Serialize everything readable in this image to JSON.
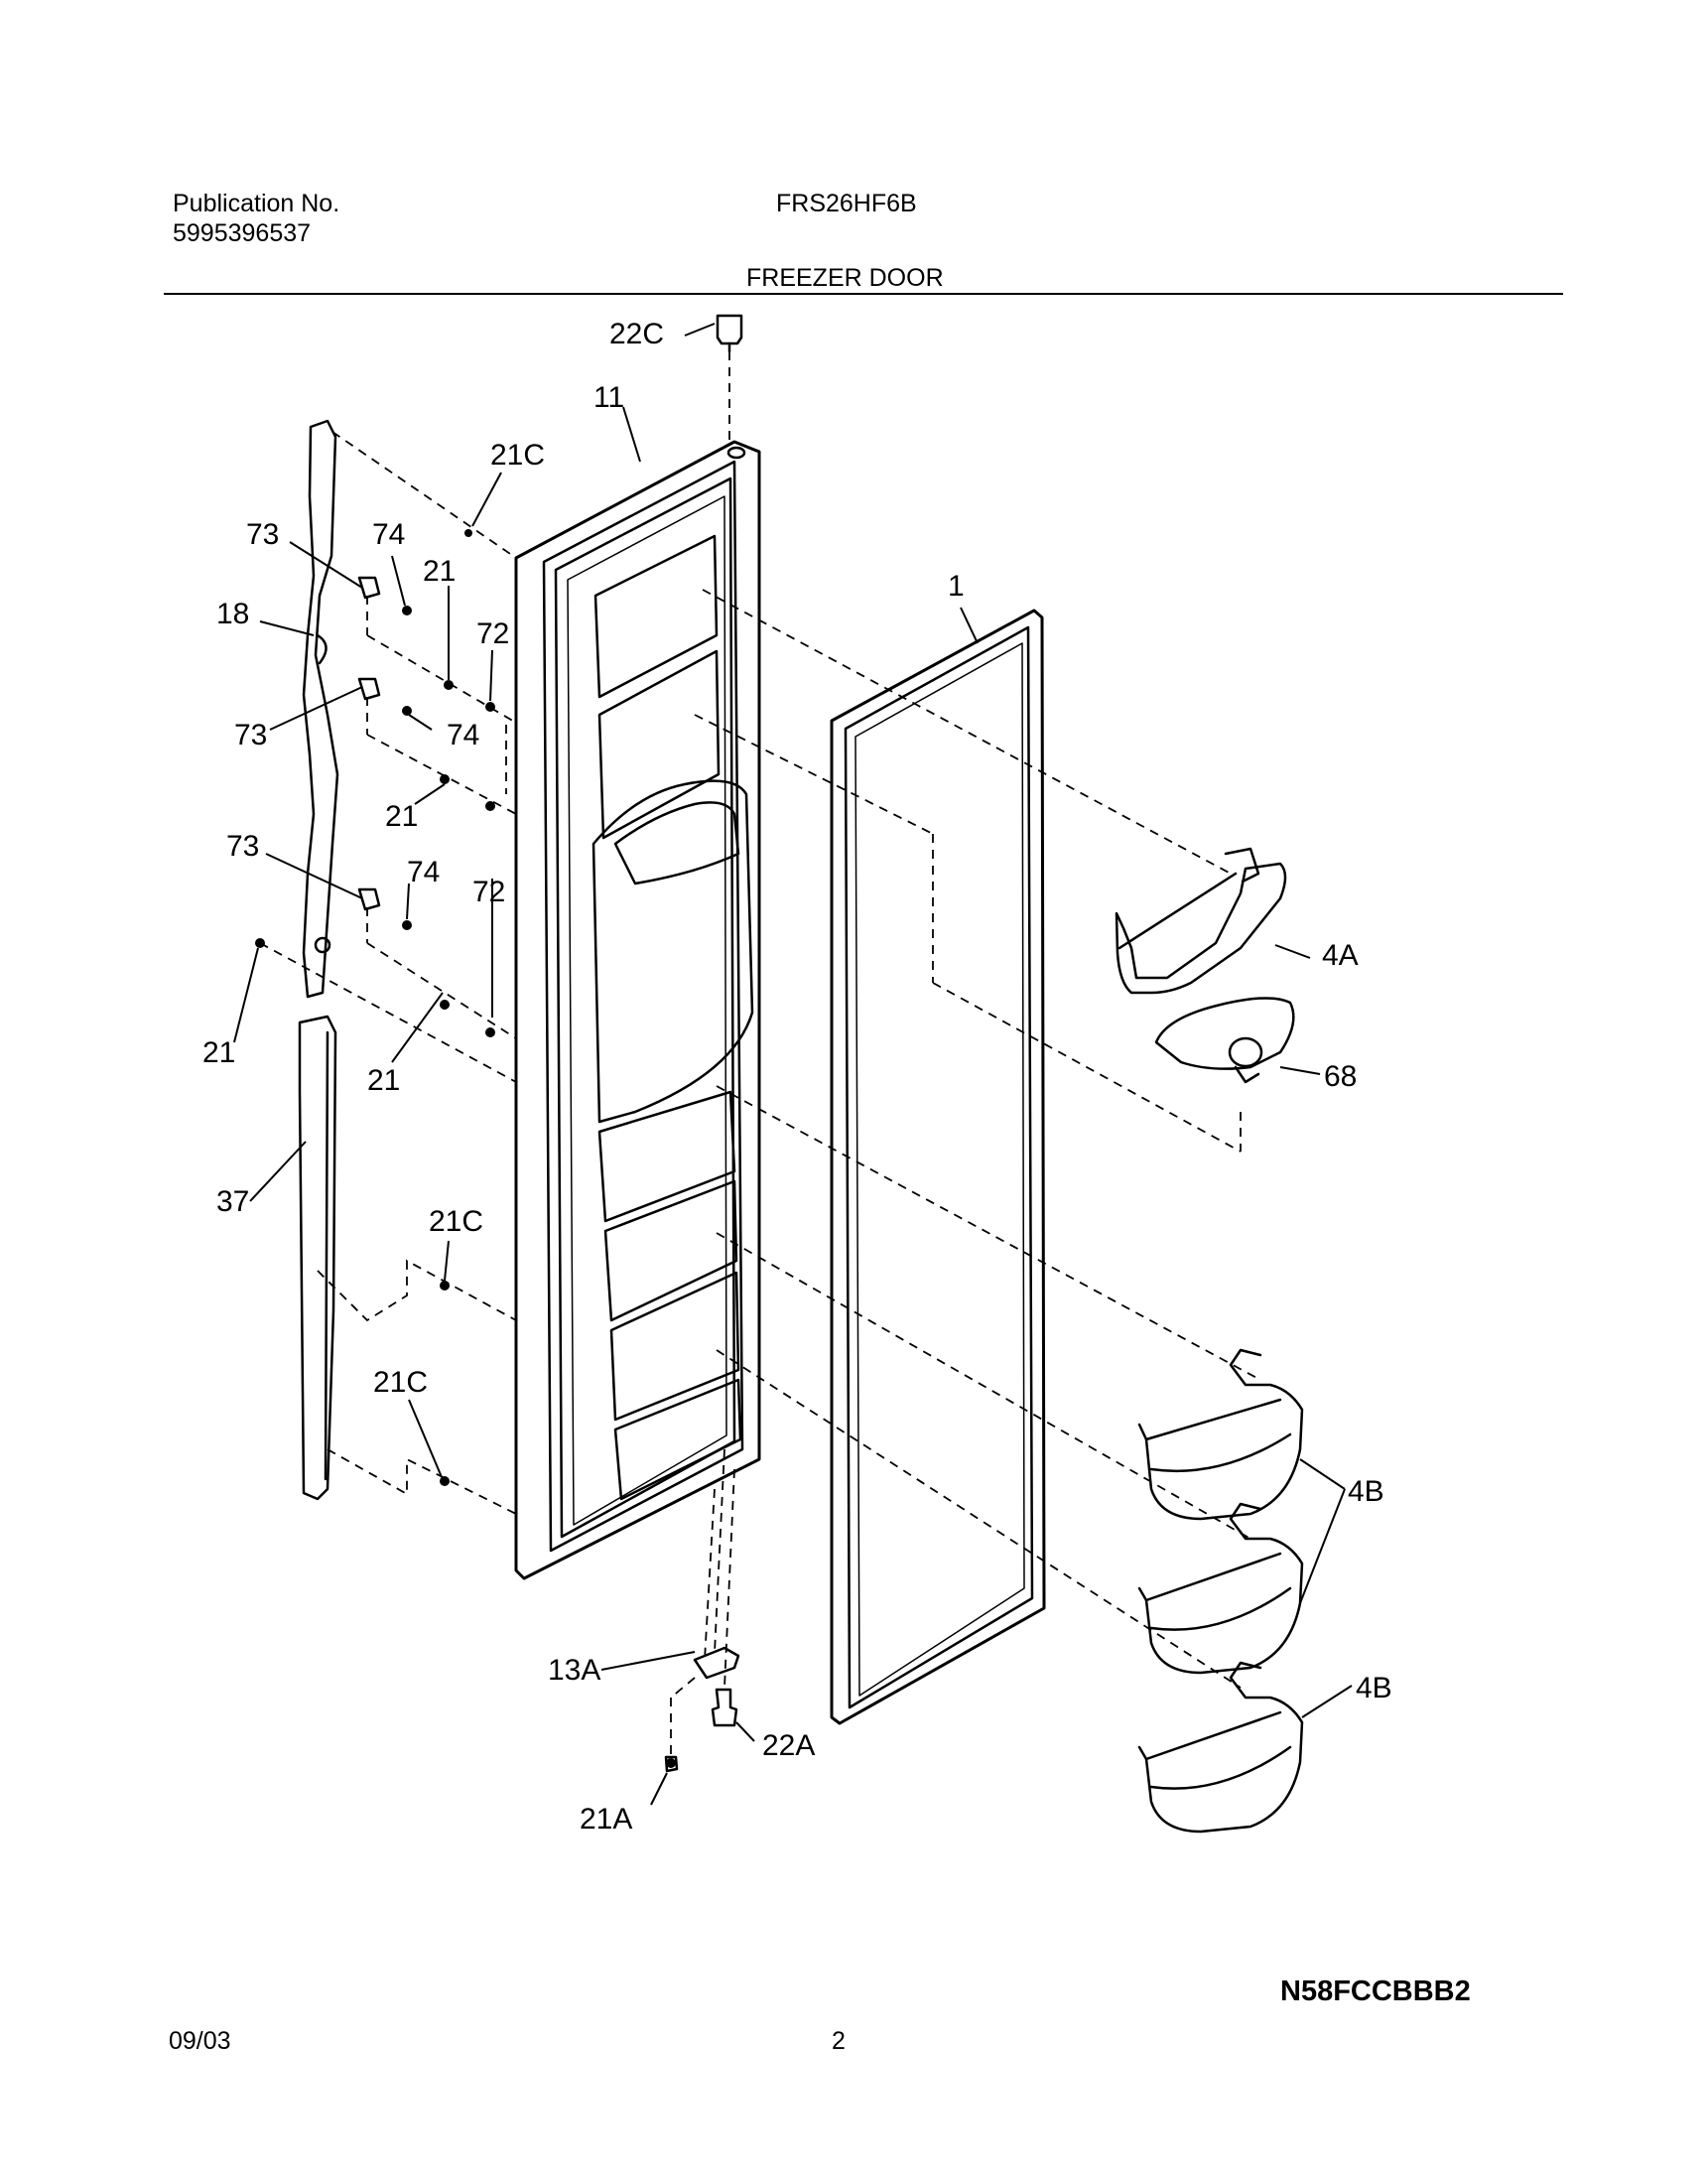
{
  "header": {
    "publication_label": "Publication No.",
    "publication_number": "5995396537",
    "model": "FRS26HF6B",
    "section_title": "FREEZER DOOR"
  },
  "callouts": {
    "c22C_top": "22C",
    "c11": "11",
    "c21C_top": "21C",
    "c73_a": "73",
    "c74_a": "74",
    "c21_a": "21",
    "c18": "18",
    "c72_a": "72",
    "c73_b": "73",
    "c74_b": "74",
    "c21_b": "21",
    "c73_c": "73",
    "c74_c": "74",
    "c72_b": "72",
    "c21_c": "21",
    "c21_d": "21",
    "c1": "1",
    "c4A": "4A",
    "c68": "68",
    "c37": "37",
    "c21C_mid": "21C",
    "c21C_low": "21C",
    "c4B_a": "4B",
    "c4B_b": "4B",
    "c13A": "13A",
    "c22A": "22A",
    "c21A": "21A"
  },
  "footer": {
    "diagram_code": "N58FCCBBB2",
    "date": "09/03",
    "page_number": "2"
  }
}
